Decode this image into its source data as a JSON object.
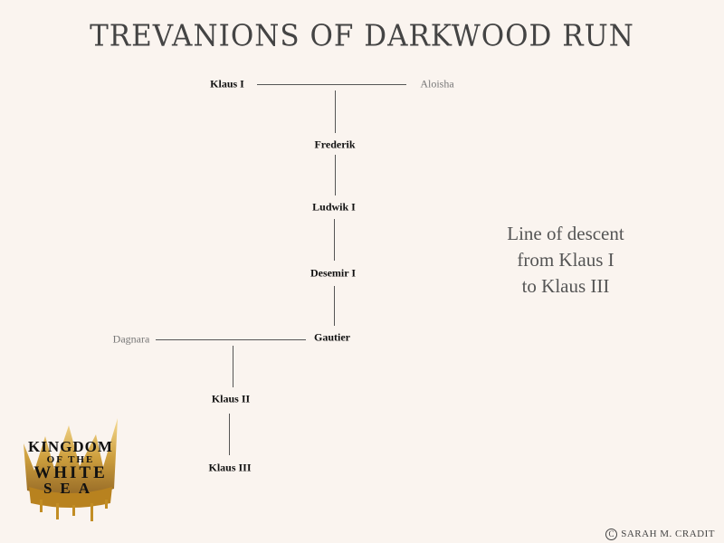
{
  "title": "TREVANIONS OF DARKWOOD RUN",
  "tree": {
    "klaus1": "Klaus I",
    "aloisha": "Aloisha",
    "frederik": "Frederik",
    "ludwik1": "Ludwik I",
    "desemir1": "Desemir I",
    "gautier": "Gautier",
    "dagnara": "Dagnara",
    "klaus2": "Klaus II",
    "klaus3": "Klaus III"
  },
  "note": [
    "Line of descent",
    "from Klaus I",
    "to Klaus III"
  ],
  "logo": {
    "line1": "KINGDOM",
    "line2": "OF THE",
    "line3": "WHITE",
    "line4": "SEA"
  },
  "copyright": {
    "symbol": "C",
    "text": "SARAH M. CRADIT"
  }
}
